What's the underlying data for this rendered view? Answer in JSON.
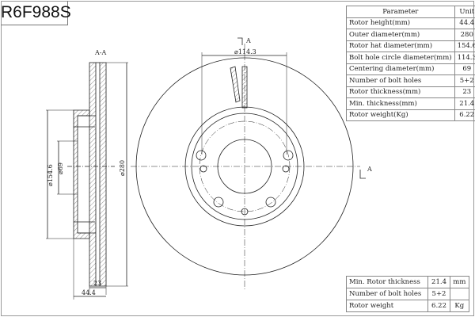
{
  "part_number": "R6F988S",
  "spec_table": {
    "headers": [
      "Parameter",
      "Unit"
    ],
    "rows": [
      [
        "Rotor height(mm)",
        "44.4"
      ],
      [
        "Outer diameter(mm)",
        "280"
      ],
      [
        "Rotor hat diameter(mm)",
        "154.6"
      ],
      [
        "Bolt hole circle diameter(mm)",
        "114.3"
      ],
      [
        "Centering diameter(mm)",
        "69"
      ],
      [
        "Number of bolt holes",
        "5+2"
      ],
      [
        "Rotor thickness(mm)",
        "23"
      ],
      [
        "Min. thickness(mm)",
        "21.4"
      ],
      [
        "Rotor weight(Kg)",
        "6.22"
      ]
    ]
  },
  "summary_table": [
    [
      "Min. Rotor thickness",
      "21.4",
      "mm"
    ],
    [
      "Number of bolt holes",
      "5+2",
      ""
    ],
    [
      "Rotor weight",
      "6.22",
      "Kg"
    ]
  ],
  "drawing": {
    "section_label": "A-A",
    "section_marker": "A",
    "dim_hat": "⌀154.6",
    "dim_center": "⌀69",
    "dim_outer": "⌀280",
    "dim_thickness": "23",
    "dim_height": "44.4",
    "dim_bolt_circle": "⌀114.3"
  }
}
